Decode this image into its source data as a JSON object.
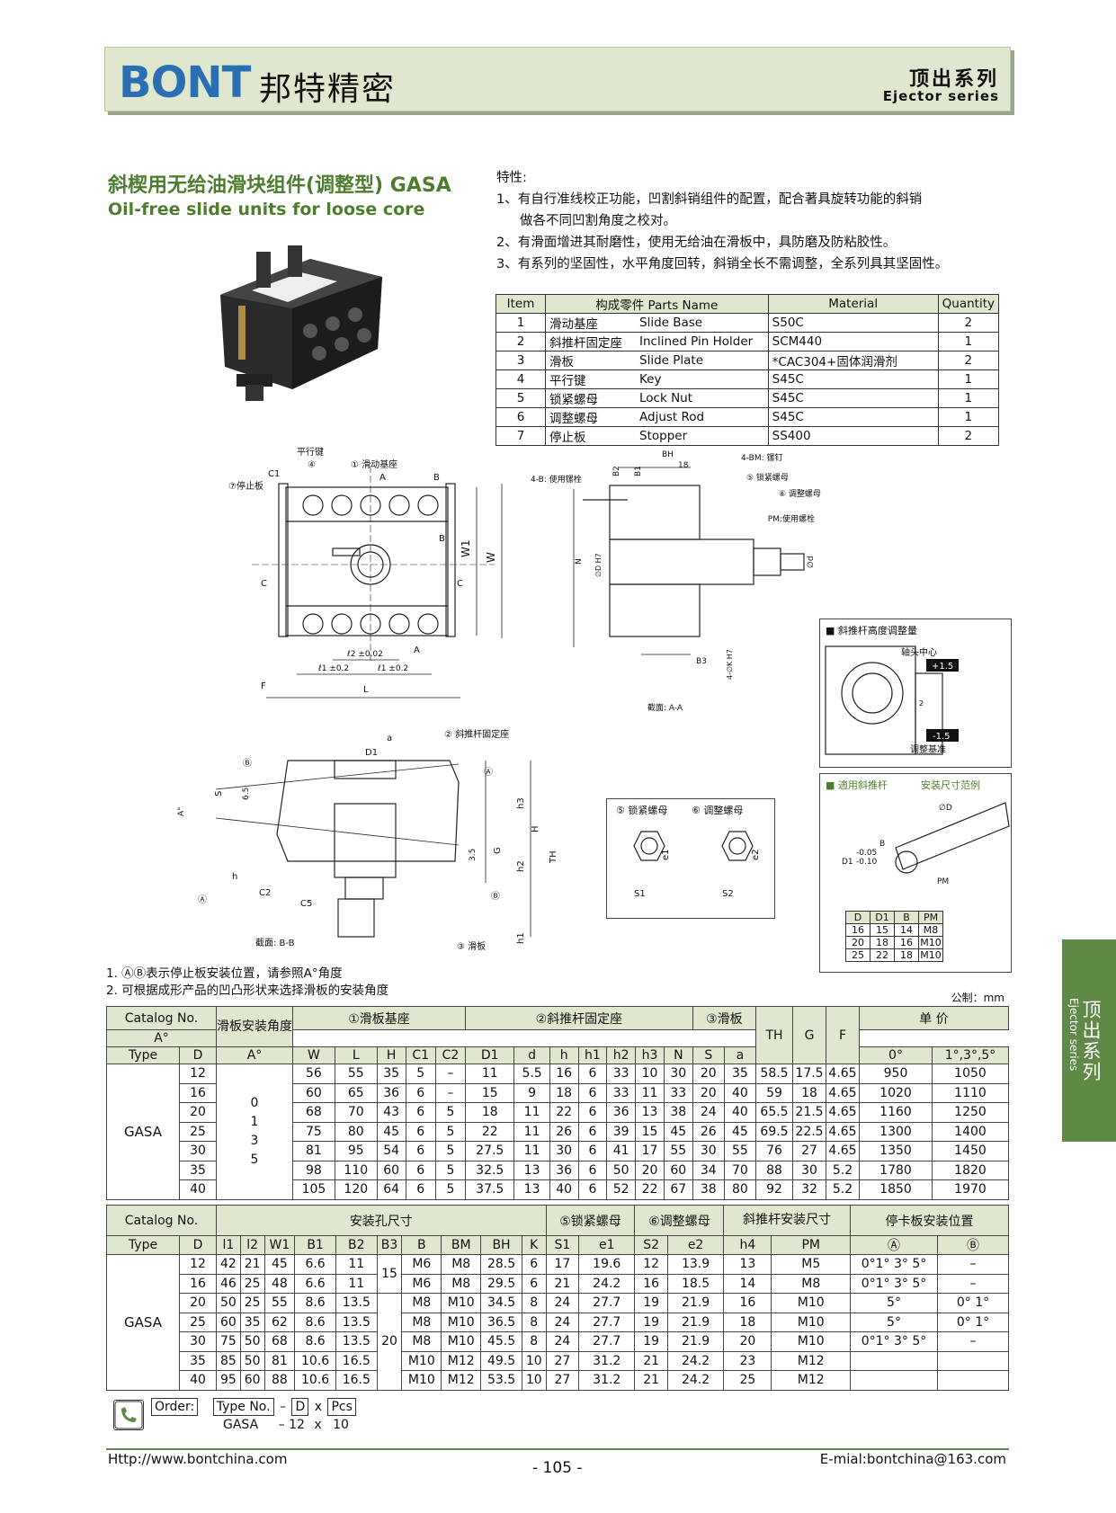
{
  "header": {
    "logo": "BONT",
    "brand_cn": "邦特精密",
    "series_cn": "顶出系列",
    "series_en": "Ejector series"
  },
  "title": {
    "cn": "斜楔用无给油滑块组件(调整型) GASA",
    "en": "Oil-free slide units for loose core"
  },
  "features": {
    "heading": "特性:",
    "items": [
      "1、有自行准线校正功能，凹割斜销组件的配置，配合著具旋转功能的斜销",
      "做各不同凹割角度之校对。",
      "2、有滑面增进其耐磨性，使用无给油在滑板中，具防磨及防粘胶性。",
      "3、有系列的坚固性，水平角度回转，斜销全长不需调整，全系列具其坚固性。"
    ]
  },
  "parts_table": {
    "headers": [
      "Item",
      "构成零件 Parts Name",
      "Material",
      "Quantity"
    ],
    "rows": [
      [
        "1",
        "滑动基座",
        "Slide Base",
        "S50C",
        "2"
      ],
      [
        "2",
        "斜推杆固定座",
        "Inclined Pin Holder",
        "SCM440",
        "1"
      ],
      [
        "3",
        "滑板",
        "Slide Plate",
        "*CAC304+固体润滑剂",
        "2"
      ],
      [
        "4",
        "平行键",
        "Key",
        "S45C",
        "1"
      ],
      [
        "5",
        "锁紧螺母",
        "Lock Nut",
        "S45C",
        "1"
      ],
      [
        "6",
        "调整螺母",
        "Adjust Rod",
        "S45C",
        "1"
      ],
      [
        "7",
        "停止板",
        "Stopper",
        "SS400",
        "2"
      ]
    ]
  },
  "diagram_labels": {
    "top_view": {
      "key": "平行键",
      "n4": "④",
      "slide_base": "① 滑动基座",
      "stopper": "⑦停止板",
      "c1": "C1",
      "a": "A",
      "b": "B",
      "c": "C",
      "w1": "W1",
      "w": "W",
      "l2": "ℓ2 ±0.02",
      "l1a": "ℓ1 ±0.2",
      "l1b": "ℓ1 ±0.2",
      "f": "F",
      "l": "L"
    },
    "section_a": {
      "bh": "BH",
      "v18": "18",
      "bm": "4-BM: 镙钉",
      "b2": "B2",
      "b1": "B1",
      "bolt": "4-B: 使用镙栓",
      "lock": "⑤ 锁紧螺母",
      "adjust": "⑥ 调整螺母",
      "pm": "PM:使用螺栓",
      "n": "N",
      "dh": "∅D H7",
      "d": "∅d",
      "b3": "B3",
      "k": "4-∅K H7",
      "caption": "截面: A-A"
    },
    "section_b": {
      "a": "a",
      "holder": "② 斜推杆固定座",
      "d1": "D1",
      "b_mark": "Ⓑ",
      "a_mark": "Ⓐ",
      "s": "S",
      "v65": "6.5",
      "angle": "A°",
      "h": "h",
      "c2": "C2",
      "c5": "C5",
      "h3": "h3",
      "hh": "H",
      "th": "TH",
      "v35": "3.5",
      "g": "G",
      "h2": "h2",
      "h1": "h1",
      "plate": "③ 滑板",
      "caption": "截面: B-B"
    },
    "adjust_box": {
      "title": "■ 斜推杆高度调整量",
      "axis": "轴头中心",
      "plus": "+1.5",
      "minus": "-1.5",
      "base": "调整基准",
      "v2": "2"
    },
    "nut_box": {
      "lock": "⑤ 锁紧螺母",
      "adjust": "⑥ 调整螺母",
      "s1": "S1",
      "e1": "e1",
      "s2": "S2",
      "e2": "e2"
    },
    "apply_box": {
      "title": "■ 適用斜推杆",
      "range": "安装尺寸范例",
      "od": "∅D",
      "b": "B",
      "tol": "-0.05",
      "tol2": "-0.10",
      "d1": "D1",
      "pm": "PM"
    }
  },
  "apply_table": {
    "headers": [
      "D",
      "D1",
      "B",
      "PM"
    ],
    "rows": [
      [
        "16",
        "15",
        "14",
        "M8"
      ],
      [
        "20",
        "18",
        "16",
        "M10"
      ],
      [
        "25",
        "22",
        "18",
        "M10"
      ]
    ]
  },
  "notes": [
    "1. ⒶⒷ表示停止板安装位置，请参照A°角度",
    "2. 可根据成形产品的凹凸形状来选择滑板的安装角度"
  ],
  "unit": "公制：mm",
  "spec1": {
    "h_catalog": "Catalog No.",
    "h_plate_angle": "滑板安装角度",
    "h_base": "①滑板基座",
    "h_holder": "②斜推杆固定座",
    "h_plate": "③滑板",
    "h_th": "TH",
    "h_g": "G",
    "h_f": "F",
    "h_price": "单 价",
    "h_price_a": "A°",
    "h_type": "Type",
    "h_d": "D",
    "h_a": "A°",
    "sub": [
      "W",
      "L",
      "H",
      "C1",
      "C2",
      "D1",
      "d",
      "h",
      "h1",
      "h2",
      "h3",
      "N",
      "S",
      "a"
    ],
    "price_sub": [
      "0°",
      "1°,3°,5°"
    ],
    "type": "GASA",
    "angles": [
      "0",
      "1",
      "3",
      "5"
    ],
    "rows": [
      [
        "12",
        "56",
        "55",
        "35",
        "5",
        "–",
        "11",
        "5.5",
        "16",
        "6",
        "33",
        "10",
        "30",
        "20",
        "35",
        "58.5",
        "17.5",
        "4.65",
        "950",
        "1050"
      ],
      [
        "16",
        "60",
        "65",
        "36",
        "6",
        "–",
        "15",
        "9",
        "18",
        "6",
        "33",
        "11",
        "33",
        "20",
        "40",
        "59",
        "18",
        "4.65",
        "1020",
        "1110"
      ],
      [
        "20",
        "68",
        "70",
        "43",
        "6",
        "5",
        "18",
        "11",
        "22",
        "6",
        "36",
        "13",
        "38",
        "24",
        "40",
        "65.5",
        "21.5",
        "4.65",
        "1160",
        "1250"
      ],
      [
        "25",
        "75",
        "80",
        "45",
        "6",
        "5",
        "22",
        "11",
        "26",
        "6",
        "39",
        "15",
        "45",
        "26",
        "45",
        "69.5",
        "22.5",
        "4.65",
        "1300",
        "1400"
      ],
      [
        "30",
        "81",
        "95",
        "54",
        "6",
        "5",
        "27.5",
        "11",
        "30",
        "6",
        "41",
        "17",
        "55",
        "30",
        "55",
        "76",
        "27",
        "4.65",
        "1350",
        "1450"
      ],
      [
        "35",
        "98",
        "110",
        "60",
        "6",
        "5",
        "32.5",
        "13",
        "36",
        "6",
        "50",
        "20",
        "60",
        "34",
        "70",
        "88",
        "30",
        "5.2",
        "1780",
        "1820"
      ],
      [
        "40",
        "105",
        "120",
        "64",
        "6",
        "5",
        "37.5",
        "13",
        "40",
        "6",
        "52",
        "22",
        "67",
        "38",
        "80",
        "92",
        "32",
        "5.2",
        "1850",
        "1970"
      ]
    ]
  },
  "spec2": {
    "h_catalog": "Catalog No.",
    "h_holes": "安装孔尺寸",
    "h_lock": "⑤锁紧螺母",
    "h_adjust": "⑥调整螺母",
    "h_pin": "斜推杆安装尺寸",
    "h_stop": "停卡板安装位置",
    "h_type": "Type",
    "sub": [
      "D",
      "l1",
      "l2",
      "W1",
      "B1",
      "B2",
      "B3",
      "B",
      "BM",
      "BH",
      "K",
      "S1",
      "e1",
      "S2",
      "e2",
      "h4",
      "PM",
      "Ⓐ",
      "Ⓑ"
    ],
    "type": "GASA",
    "b3_top": "15",
    "b3_bottom": "20",
    "rows": [
      [
        "12",
        "42",
        "21",
        "45",
        "6.6",
        "11",
        "M6",
        "M8",
        "28.5",
        "6",
        "17",
        "19.6",
        "12",
        "13.9",
        "13",
        "M5",
        "0°1° 3° 5°",
        "–"
      ],
      [
        "16",
        "46",
        "25",
        "48",
        "6.6",
        "11",
        "M6",
        "M8",
        "29.5",
        "6",
        "21",
        "24.2",
        "16",
        "18.5",
        "14",
        "M8",
        "0°1° 3° 5°",
        "–"
      ],
      [
        "20",
        "50",
        "25",
        "55",
        "8.6",
        "13.5",
        "M8",
        "M10",
        "34.5",
        "8",
        "24",
        "27.7",
        "19",
        "21.9",
        "16",
        "M10",
        "5°",
        "0° 1°"
      ],
      [
        "25",
        "60",
        "35",
        "62",
        "8.6",
        "13.5",
        "M8",
        "M10",
        "36.5",
        "8",
        "24",
        "27.7",
        "19",
        "21.9",
        "18",
        "M10",
        "5°",
        "0° 1°"
      ],
      [
        "30",
        "75",
        "50",
        "68",
        "8.6",
        "13.5",
        "M8",
        "M10",
        "45.5",
        "8",
        "24",
        "27.7",
        "19",
        "21.9",
        "20",
        "M10",
        "0°1° 3° 5°",
        "–"
      ],
      [
        "35",
        "85",
        "50",
        "81",
        "10.6",
        "16.5",
        "M10",
        "M12",
        "49.5",
        "10",
        "27",
        "31.2",
        "21",
        "24.2",
        "23",
        "M12",
        "",
        ""
      ],
      [
        "40",
        "95",
        "60",
        "88",
        "10.6",
        "16.5",
        "M10",
        "M12",
        "53.5",
        "10",
        "27",
        "31.2",
        "21",
        "24.2",
        "25",
        "M12",
        "",
        ""
      ]
    ]
  },
  "order": {
    "label": "Order:",
    "type_no": "Type No.",
    "dash": "–",
    "d": "D",
    "x": "x",
    "pcs": "Pcs",
    "ex_type": "GASA",
    "ex_d": "12",
    "ex_pcs": "10"
  },
  "side_tab": {
    "cn": "顶出系列",
    "en": "Ejector series"
  },
  "footer": {
    "url": "Http://www.bontchina.com",
    "page": "- 105 -",
    "email": "E-mial:bontchina@163.com"
  },
  "colors": {
    "accent_green": "#5f8a45",
    "title_green": "#4f7d2f",
    "header_bg": "#dfe7cf",
    "logo_blue": "#2b6fb3"
  }
}
